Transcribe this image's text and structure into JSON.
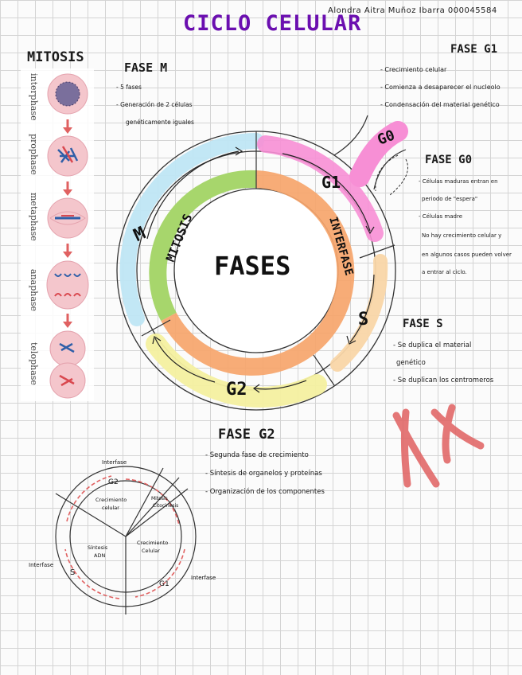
{
  "title": "CICLO CELULAR",
  "author": "Alondra  Aitra  Muñoz  Ibarra  000045584",
  "mitosis": {
    "heading": "MITOSIS",
    "stages": [
      "interphase",
      "prophase",
      "metaphase",
      "anaphase",
      "telophase"
    ]
  },
  "fase_m": {
    "heading": "FASE M",
    "bullets": [
      "- 5 fases",
      "- Generación de 2 células",
      "genéticamente iguales"
    ]
  },
  "fase_g1": {
    "heading": "FASE G1",
    "bullets": [
      "- Crecimiento celular",
      "- Comienza a desaparecer el nucleolo",
      "- Condensación del material genético"
    ]
  },
  "fase_g0": {
    "heading": "FASE G0",
    "lines": [
      "- Células maduras entran en",
      "periodo de \"espera\"",
      "- Células madre",
      "No hay crecimiento celular y",
      "en algunos casos pueden volver",
      "a entrar al ciclo."
    ]
  },
  "fase_s": {
    "heading": "FASE S",
    "lines": [
      "- Se duplica el material",
      "genético",
      "- Se duplican los centromeros"
    ]
  },
  "fase_g2": {
    "heading": "FASE G2",
    "bullets": [
      "- Segunda fase de crecimiento",
      "- Síntesis de organelos y proteínas",
      "- Organización de los componentes"
    ]
  },
  "cycle": {
    "center": "FASES",
    "mitosis": "MITOSIS",
    "interfase": "INTERFASE",
    "m": "M",
    "g1": "G1",
    "g0": "G0",
    "s": "S",
    "g2": "G2"
  },
  "small": {
    "interfase_top": "Interfase",
    "interfase_left": "Interfase",
    "interfase_right": "Interfase",
    "g2": "G2",
    "s": "S",
    "g1": "G1",
    "crec1": "Crecimiento",
    "crec1b": "celular",
    "sint": "Síntesis",
    "sintb": "ADN",
    "crec2": "Crecimiento",
    "crec2b": "Celular",
    "mit": "Mitosis",
    "cito": "Citocinesis"
  },
  "colors": {
    "title": "#6b0fb0",
    "pink": "#f78fd5",
    "blue": "#bfe6f4",
    "green": "#a7d66c",
    "orange": "#f6a56b",
    "yellow": "#f4f0a0",
    "peach": "#f9d6a8",
    "red": "#e06161",
    "cell": "#f4c6cc"
  }
}
